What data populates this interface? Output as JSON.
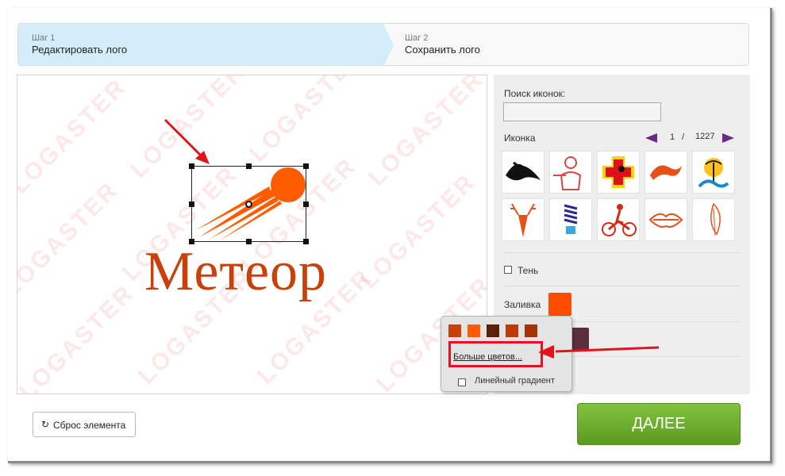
{
  "steps": [
    {
      "small": "Шаг 1",
      "title": "Редактировать лого"
    },
    {
      "small": "Шаг 2",
      "title": "Сохранить лого"
    }
  ],
  "canvas": {
    "watermark": "LOGASTER",
    "logo_text": "Метеор",
    "logo_color": "#c8410b"
  },
  "panel": {
    "search_label": "Поиск иконок:",
    "search_placeholder": "",
    "icons_label": "Иконка",
    "page_current": "1",
    "page_separator": "/",
    "page_total": "1227",
    "icons": [
      "manta-ray-icon",
      "waiter-icon",
      "medical-cross-icon",
      "swirl-wave-icon",
      "palm-island-icon",
      "deer-head-icon",
      "light-bulb-icon",
      "cyclist-icon",
      "lips-icon",
      "feather-leaf-icon"
    ],
    "shadow_label": "Тень",
    "fill_label": "Заливка",
    "fill_color": "#ff4d00"
  },
  "popup": {
    "swatches": [
      "#c8410b",
      "#ff5b00",
      "#5a2008",
      "#c03a08",
      "#a53208"
    ],
    "more_colors": "Больше цветов...",
    "linear_gradient": "Линейный градиент"
  },
  "buttons": {
    "reset": "Сброс элемента",
    "next": "ДАЛЕЕ"
  }
}
